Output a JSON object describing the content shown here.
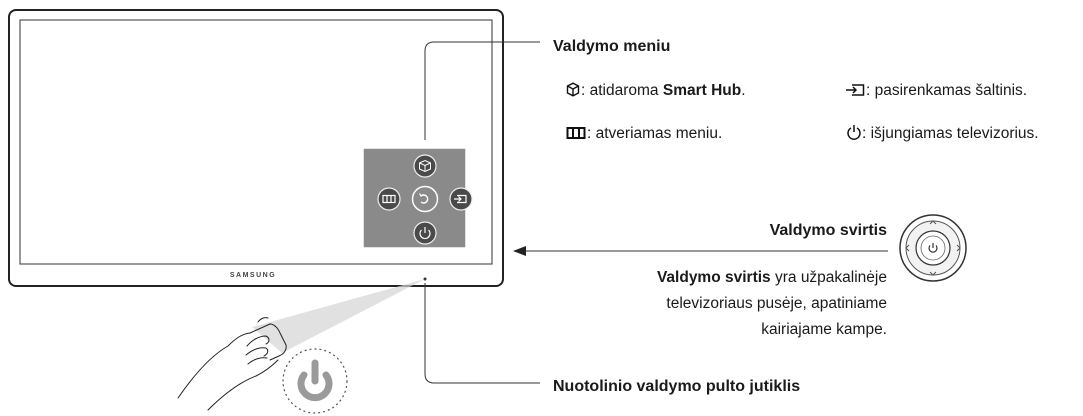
{
  "tv": {
    "brand": "SAMSUNG"
  },
  "menu": {
    "title": "Valdymo meniu",
    "items": [
      {
        "icon": "smart-hub-icon",
        "prefix": ": atidaroma ",
        "bold": "Smart Hub",
        "suffix": "."
      },
      {
        "icon": "source-icon",
        "text": ": pasirenkamas šaltinis."
      },
      {
        "icon": "menu-icon",
        "text": ": atveriamas meniu."
      },
      {
        "icon": "power-icon",
        "text": ": išjungiamas televizorius."
      }
    ]
  },
  "stick": {
    "title": "Valdymo svirtis",
    "desc_bold": "Valdymo svirtis",
    "desc_line1": " yra užpakalinėje",
    "desc_line2": "televizoriaus pusėje, apatiniame",
    "desc_line3": "kairiajame kampe."
  },
  "sensor": {
    "label": "Nuotolinio valdymo pulto jutiklis"
  },
  "colors": {
    "panel": "#8a8a8a",
    "button": "#4a4a4a",
    "frame": "#222222"
  }
}
